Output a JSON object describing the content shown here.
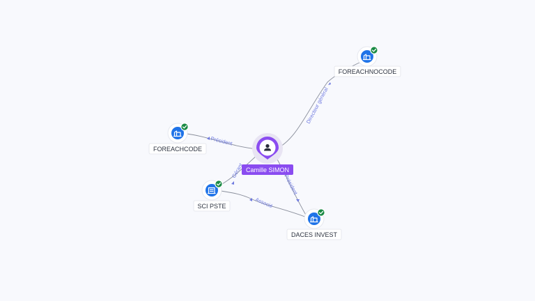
{
  "graph": {
    "center": {
      "name": "Camille SIMON",
      "icon": "person-icon"
    },
    "companies": [
      {
        "id": "foreachnocode",
        "name": "FOREACHNOCODE",
        "icon": "building-icon",
        "badge": "check-icon"
      },
      {
        "id": "foreachcode",
        "name": "FOREACHCODE",
        "icon": "building-icon",
        "badge": "check-icon"
      },
      {
        "id": "sci-pste",
        "name": "SCI PSTE",
        "icon": "building-icon",
        "badge": "check-icon"
      },
      {
        "id": "daces-invest",
        "name": "DACES INVEST",
        "icon": "building-icon",
        "badge": "check-icon"
      }
    ],
    "edges": [
      {
        "from": "center",
        "to": "foreachnocode",
        "label": "Directeur général"
      },
      {
        "from": "center",
        "to": "foreachcode",
        "label": "Président"
      },
      {
        "from": "center",
        "to": "sci-pste",
        "label": "Gérant"
      },
      {
        "from": "center",
        "to": "daces-invest",
        "label": "Président"
      },
      {
        "from": "daces-invest",
        "to": "sci-pste",
        "label": "Associé"
      }
    ],
    "colors": {
      "background": "#f8f9fd",
      "person_accent": "#8a4cf0",
      "company_icon": "#1f73e8",
      "verified_badge": "#1a8a44",
      "edge_label": "#6f7ae0"
    }
  }
}
